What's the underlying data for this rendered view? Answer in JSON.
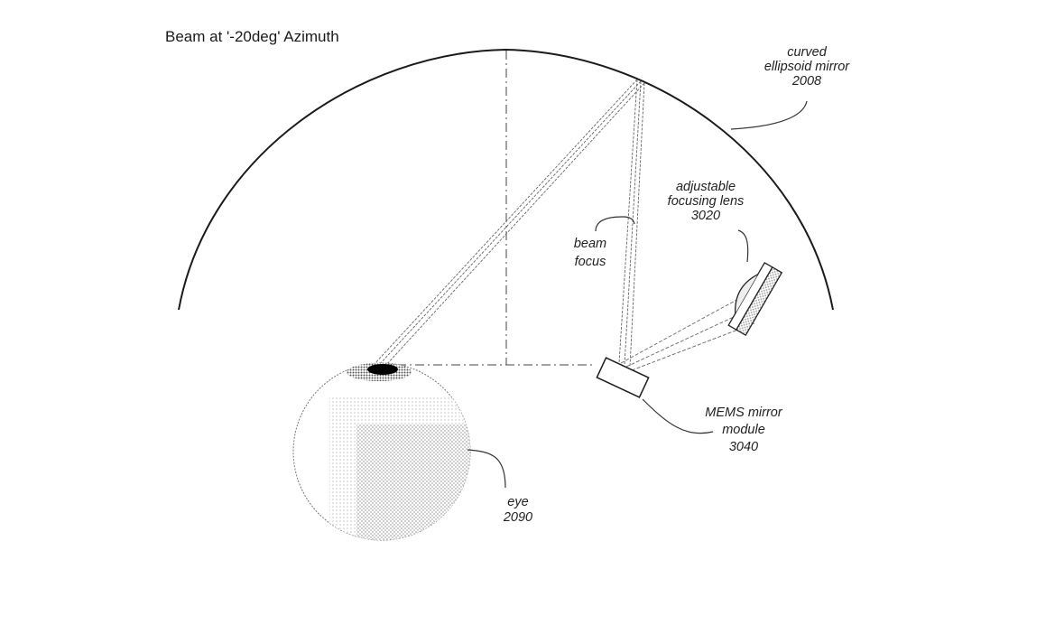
{
  "title": "Beam at '-20deg' Azimuth",
  "labels": {
    "mirror": {
      "line1": "curved",
      "line2": "ellipsoid mirror",
      "ref": "2008"
    },
    "lens": {
      "line1": "adjustable",
      "line2": "focusing lens",
      "ref": "3020"
    },
    "beam_focus": {
      "line1": "beam",
      "line2": "focus"
    },
    "mems": {
      "line1": "MEMS mirror",
      "line2": "module",
      "ref": "3040"
    },
    "eye": {
      "line1": "eye",
      "ref": "2090"
    }
  },
  "colors": {
    "line": "#1a1a1a",
    "beam": "#555555",
    "pupil": "#000000",
    "shade": "#bdbdbd"
  }
}
